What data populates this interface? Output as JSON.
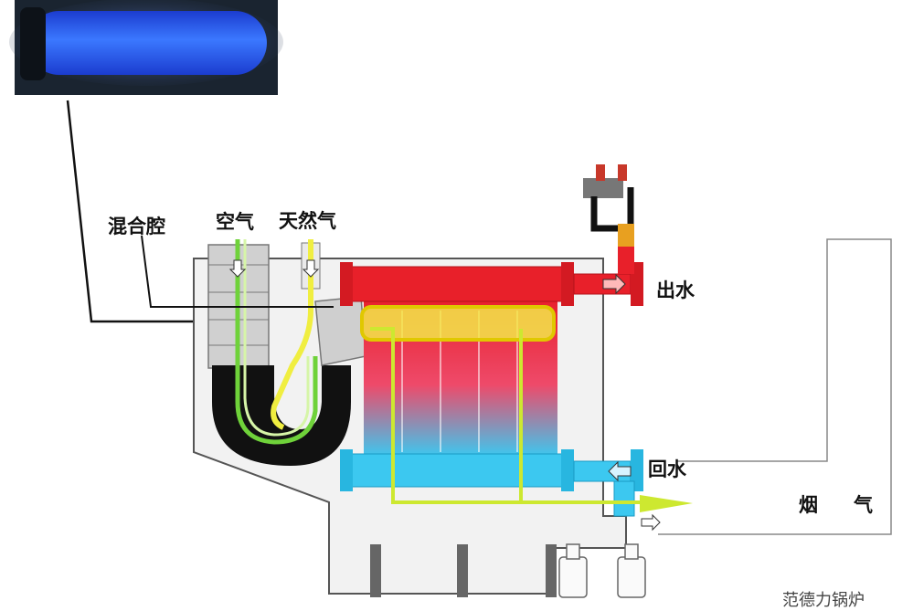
{
  "labels": {
    "mixing_chamber": "混合腔",
    "air": "空气",
    "natural_gas": "天然气",
    "water_out": "出水",
    "water_return": "回水",
    "flue_gas_1": "烟",
    "flue_gas_2": "气"
  },
  "watermark": "范德力锅炉",
  "colors": {
    "hot_water": "#e8202a",
    "cold_water": "#3cc8f0",
    "air_path": "#6fd23a",
    "gas_path": "#e8e85a",
    "flame": "#2f6bff",
    "frame_outline": "#555555",
    "inset_bg": "#1a2430"
  }
}
